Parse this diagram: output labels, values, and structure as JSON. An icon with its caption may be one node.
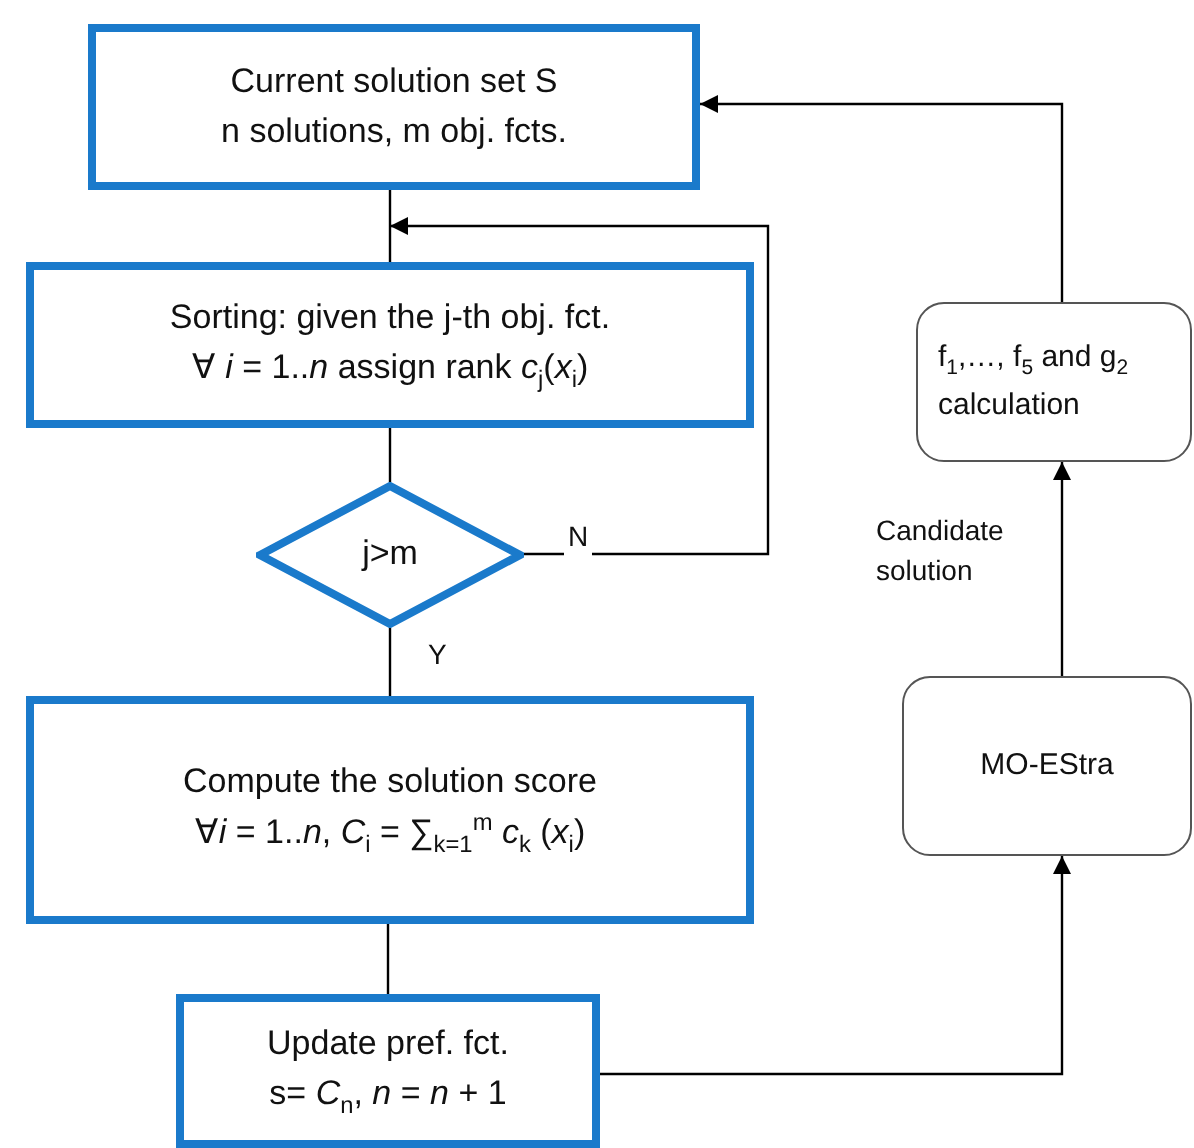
{
  "diagram": {
    "nodes": [
      {
        "text": [
          "Current solution set S",
          "n solutions, m obj. fcts."
        ]
      },
      {
        "text": [
          "Sorting: given the j-th obj. fct.",
          "∀ *i* = 1..*n* assign rank *c*$_{j}$(*x*$_{i}$)"
        ]
      },
      {
        "text": [
          "j>m"
        ]
      },
      {
        "text": [
          "Compute the solution score",
          "∀*i* = 1..*n*, *C*$_{i}$ = ∑$_{k=1}$$^{m}$ *c*$_{k}$ (*x*$_{i}$)"
        ]
      },
      {
        "text": [
          "Update pref. fct.",
          "s= *C*$_{n}$, *n* = *n* + 1"
        ]
      },
      {
        "text": [
          "f$_{1}$,…, f$_{5}$ and g$_{2}$ calculation"
        ]
      },
      {
        "text": [
          "MO-EStra"
        ]
      }
    ],
    "edges": [
      {
        "from": 0,
        "to": 1,
        "arrow": "none"
      },
      {
        "from": 1,
        "to": 2,
        "arrow": "none"
      },
      {
        "from": 2,
        "to": 1,
        "label": "N",
        "arrow": "to"
      },
      {
        "from": 2,
        "to": 3,
        "label": "Y",
        "arrow": "none"
      },
      {
        "from": 3,
        "to": 4,
        "arrow": "none"
      },
      {
        "from": 4,
        "to": 6,
        "arrow": "to"
      },
      {
        "from": 6,
        "to": 5,
        "label": "Candidate solution",
        "arrow": "to"
      },
      {
        "from": 5,
        "to": 0,
        "arrow": "to"
      }
    ]
  }
}
